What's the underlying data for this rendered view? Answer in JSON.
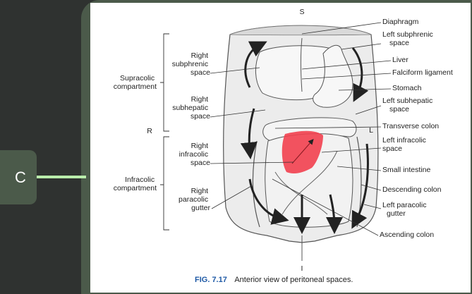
{
  "option": {
    "letter": "C"
  },
  "figure": {
    "orientation": {
      "superior": "S",
      "inferior": "I",
      "right": "R",
      "left": "L"
    },
    "compartments": {
      "supracolic": [
        "Supracolic",
        "compartment"
      ],
      "infracolic": [
        "Infracolic",
        "compartment"
      ]
    },
    "left_labels": {
      "right_subphrenic": [
        "Right",
        "subphrenic",
        "space"
      ],
      "right_subhepatic": [
        "Right",
        "subhepatic",
        "space"
      ],
      "right_infracolic": [
        "Right",
        "infracolic",
        "space"
      ],
      "right_paracolic": [
        "Right",
        "paracolic",
        "gutter"
      ]
    },
    "right_labels": {
      "diaphragm": [
        "Diaphragm"
      ],
      "left_subphrenic": [
        "Left subphrenic",
        "space"
      ],
      "liver": [
        "Liver"
      ],
      "falciform": [
        "Falciform ligament"
      ],
      "stomach": [
        "Stomach"
      ],
      "left_subhepatic": [
        "Left subhepatic",
        "space"
      ],
      "transverse_colon": [
        "Transverse colon"
      ],
      "left_infracolic": [
        "Left infracolic",
        "space"
      ],
      "small_intestine": [
        "Small intestine"
      ],
      "descending_colon": [
        "Descending colon"
      ],
      "left_paracolic": [
        "Left paracolic",
        "gutter"
      ],
      "ascending_colon": [
        "Ascending colon"
      ]
    },
    "caption": {
      "label": "FIG. 7.17",
      "text": "Anterior view of peritoneal spaces."
    },
    "colors": {
      "highlight": "#f2404f",
      "panel": "#4b5a4a",
      "connector": "#b9ecab"
    }
  }
}
